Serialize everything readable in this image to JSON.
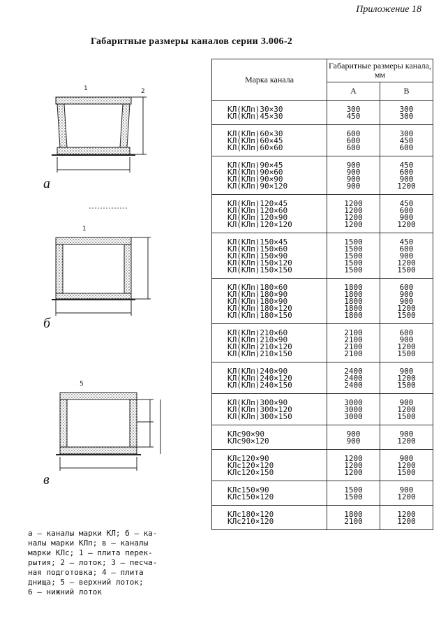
{
  "header": {
    "appendix": "Приложение 18",
    "title": "Габаритные размеры каналов серии 3.006-2"
  },
  "figures": {
    "a_letter": "а",
    "b_letter": "б",
    "v_letter": "в"
  },
  "table": {
    "col_mark": "Марка канала",
    "col_dims": "Габаритные размеры канала, мм",
    "col_a": "А",
    "col_b": "В",
    "groups": [
      {
        "marks": [
          "КЛ(КЛп)30×30",
          "КЛ(КЛп)45×30"
        ],
        "a": [
          "300",
          "450"
        ],
        "b": [
          "300",
          "300"
        ]
      },
      {
        "marks": [
          "КЛ(КЛп)60×30",
          "КЛ(КЛп)60×45",
          "КЛ(КЛп)60×60"
        ],
        "a": [
          "600",
          "600",
          "600"
        ],
        "b": [
          "300",
          "450",
          "600"
        ]
      },
      {
        "marks": [
          "КЛ(КЛп)90×45",
          "КЛ(КЛп)90×60",
          "КЛ(КЛп)90×90",
          "КЛ(КЛп)90×120"
        ],
        "a": [
          "900",
          "900",
          "900",
          "900"
        ],
        "b": [
          "450",
          "600",
          "900",
          "1200"
        ]
      },
      {
        "marks": [
          "КЛ(КЛп)120×45",
          "КЛ(КЛп)120×60",
          "КЛ(КЛп)120×90",
          "КЛ(КЛп)120×120"
        ],
        "a": [
          "1200",
          "1200",
          "1200",
          "1200"
        ],
        "b": [
          "450",
          "600",
          "900",
          "1200"
        ]
      },
      {
        "marks": [
          "КЛ(КЛп)150×45",
          "КЛ(КЛп)150×60",
          "КЛ(КЛп)150×90",
          "КЛ(КЛп)150×120",
          "КЛ(КЛп)150×150"
        ],
        "a": [
          "1500",
          "1500",
          "1500",
          "1500",
          "1500"
        ],
        "b": [
          "450",
          "600",
          "900",
          "1200",
          "1500"
        ]
      },
      {
        "marks": [
          "КЛ(КЛп)180×60",
          "КЛ(КЛп)180×90",
          "КЛ(КЛп)180×90",
          "КЛ(КЛп)180×120",
          "КЛ(КЛп)180×150"
        ],
        "a": [
          "1800",
          "1800",
          "1800",
          "1800",
          "1800"
        ],
        "b": [
          "600",
          "900",
          "900",
          "1200",
          "1500"
        ]
      },
      {
        "marks": [
          "КЛ(КЛп)210×60",
          "КЛ(КЛп)210×90",
          "КЛ(КЛп)210×120",
          "КЛ(КЛп)210×150"
        ],
        "a": [
          "2100",
          "2100",
          "2100",
          "2100"
        ],
        "b": [
          "600",
          "900",
          "1200",
          "1500"
        ]
      },
      {
        "marks": [
          "КЛ(КЛп)240×90",
          "КЛ(КЛп)240×120",
          "КЛ(КЛп)240×150"
        ],
        "a": [
          "2400",
          "2400",
          "2400"
        ],
        "b": [
          "900",
          "1200",
          "1500"
        ]
      },
      {
        "marks": [
          "КЛ(КЛп)300×90",
          "КЛ(КЛп)300×120",
          "КЛ(КЛп)300×150"
        ],
        "a": [
          "3000",
          "3000",
          "3000"
        ],
        "b": [
          "900",
          "1200",
          "1500"
        ]
      },
      {
        "marks": [
          "КЛс90×90",
          "КЛс90×120"
        ],
        "a": [
          "900",
          "900"
        ],
        "b": [
          "900",
          "1200"
        ]
      },
      {
        "marks": [
          "КЛс120×90",
          "КЛс120×120",
          "КЛс120×150"
        ],
        "a": [
          "1200",
          "1200",
          "1200"
        ],
        "b": [
          "900",
          "1200",
          "1500"
        ]
      },
      {
        "marks": [
          "КЛс150×90",
          "КЛс150×120"
        ],
        "a": [
          "1500",
          "1500"
        ],
        "b": [
          "900",
          "1200"
        ]
      },
      {
        "marks": [
          "КЛс180×120",
          "КЛс210×120"
        ],
        "a": [
          "1800",
          "2100"
        ],
        "b": [
          "1200",
          "1200"
        ]
      }
    ]
  },
  "legend": {
    "lines": [
      "а – каналы марки КЛ; б – ка-",
      "налы марки КЛп; в – каналы",
      "марки КЛс; 1 – плита перек-",
      "рытия; 2 – лоток; 3 – песча-",
      "ная подготовка; 4 – плита",
      "днища; 5 – верхний лоток;",
      "6 – нижний лоток"
    ]
  }
}
